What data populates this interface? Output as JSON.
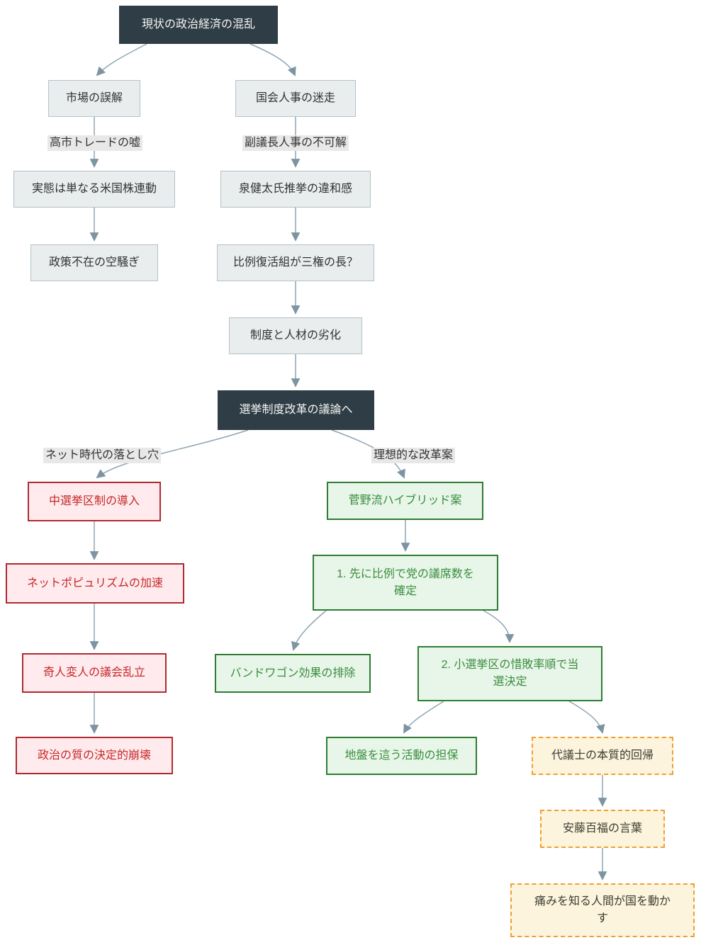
{
  "diagram": {
    "type": "flowchart",
    "direction": "top-down",
    "nodes": [
      {
        "id": "chaos",
        "text": "現状の政治経済の混乱",
        "style": "dark"
      },
      {
        "id": "market",
        "text": "市場の誤解",
        "style": "gray"
      },
      {
        "id": "diet",
        "text": "国会人事の迷走",
        "style": "gray"
      },
      {
        "id": "usstock",
        "text": "実態は単なる米国株連動",
        "style": "gray"
      },
      {
        "id": "izumi",
        "text": "泉健太氏推挙の違和感",
        "style": "gray"
      },
      {
        "id": "fuss",
        "text": "政策不在の空騒ぎ",
        "style": "gray"
      },
      {
        "id": "hirei",
        "text": "比例復活組が三権の長？",
        "style": "gray"
      },
      {
        "id": "decay",
        "text": "制度と人材の劣化",
        "style": "gray"
      },
      {
        "id": "reform",
        "text": "選挙制度改革の議論へ",
        "style": "dark"
      },
      {
        "id": "chusenkyoku",
        "text": "中選挙区制の導入",
        "style": "red"
      },
      {
        "id": "netpop",
        "text": "ネットポピュリズムの加速",
        "style": "red"
      },
      {
        "id": "kijin",
        "text": "奇人変人の議会乱立",
        "style": "red"
      },
      {
        "id": "collapse",
        "text": "政治の質の決定的崩壊",
        "style": "red"
      },
      {
        "id": "hybrid",
        "text": "菅野流ハイブリッド案",
        "style": "green"
      },
      {
        "id": "step1",
        "text": "1. 先に比例で党の議席数を確定",
        "style": "green"
      },
      {
        "id": "bandwagon",
        "text": "バンドワゴン効果の排除",
        "style": "green"
      },
      {
        "id": "step2",
        "text": "2. 小選挙区の惜敗率順で当選決定",
        "style": "green"
      },
      {
        "id": "jiban",
        "text": "地盤を這う活動の担保",
        "style": "green"
      },
      {
        "id": "daigishi",
        "text": "代議士の本質的回帰",
        "style": "yellow"
      },
      {
        "id": "ando",
        "text": "安藤百福の言葉",
        "style": "yellow"
      },
      {
        "id": "pain",
        "text": "痛みを知る人間が国を動かす",
        "style": "yellow"
      }
    ],
    "edges": [
      {
        "from": "chaos",
        "to": "market"
      },
      {
        "from": "chaos",
        "to": "diet"
      },
      {
        "from": "market",
        "to": "usstock",
        "label": "高市トレードの嘘"
      },
      {
        "from": "diet",
        "to": "izumi",
        "label": "副議長人事の不可解"
      },
      {
        "from": "usstock",
        "to": "fuss"
      },
      {
        "from": "izumi",
        "to": "hirei"
      },
      {
        "from": "hirei",
        "to": "decay"
      },
      {
        "from": "decay",
        "to": "reform"
      },
      {
        "from": "reform",
        "to": "chusenkyoku",
        "label": "ネット時代の落とし穴"
      },
      {
        "from": "reform",
        "to": "hybrid",
        "label": "理想的な改革案"
      },
      {
        "from": "chusenkyoku",
        "to": "netpop"
      },
      {
        "from": "netpop",
        "to": "kijin"
      },
      {
        "from": "kijin",
        "to": "collapse"
      },
      {
        "from": "hybrid",
        "to": "step1"
      },
      {
        "from": "step1",
        "to": "bandwagon"
      },
      {
        "from": "step1",
        "to": "step2"
      },
      {
        "from": "step2",
        "to": "jiban"
      },
      {
        "from": "step2",
        "to": "daigishi"
      },
      {
        "from": "daigishi",
        "to": "ando"
      },
      {
        "from": "ando",
        "to": "pain"
      }
    ],
    "palette": {
      "background": "#ffffff",
      "dark_node_fill": "#2f3e46",
      "dark_node_text": "#f4f4f1",
      "gray_node_fill": "#e9edee",
      "gray_node_border": "#b3c1c9",
      "gray_node_text": "#333333",
      "red_node_fill": "#ffebee",
      "red_node_border": "#b02a30",
      "red_node_text": "#c62828",
      "green_node_fill": "#e8f5e9",
      "green_node_border": "#2e7d32",
      "green_node_text": "#388e3c",
      "yellow_node_fill": "#fcf4dc",
      "yellow_node_border": "#f0a030",
      "yellow_node_text": "#3c3c34",
      "edge_color": "#8fa5b3",
      "edge_label_bg": "#e8e8e8",
      "edge_label_text": "#333333"
    }
  }
}
